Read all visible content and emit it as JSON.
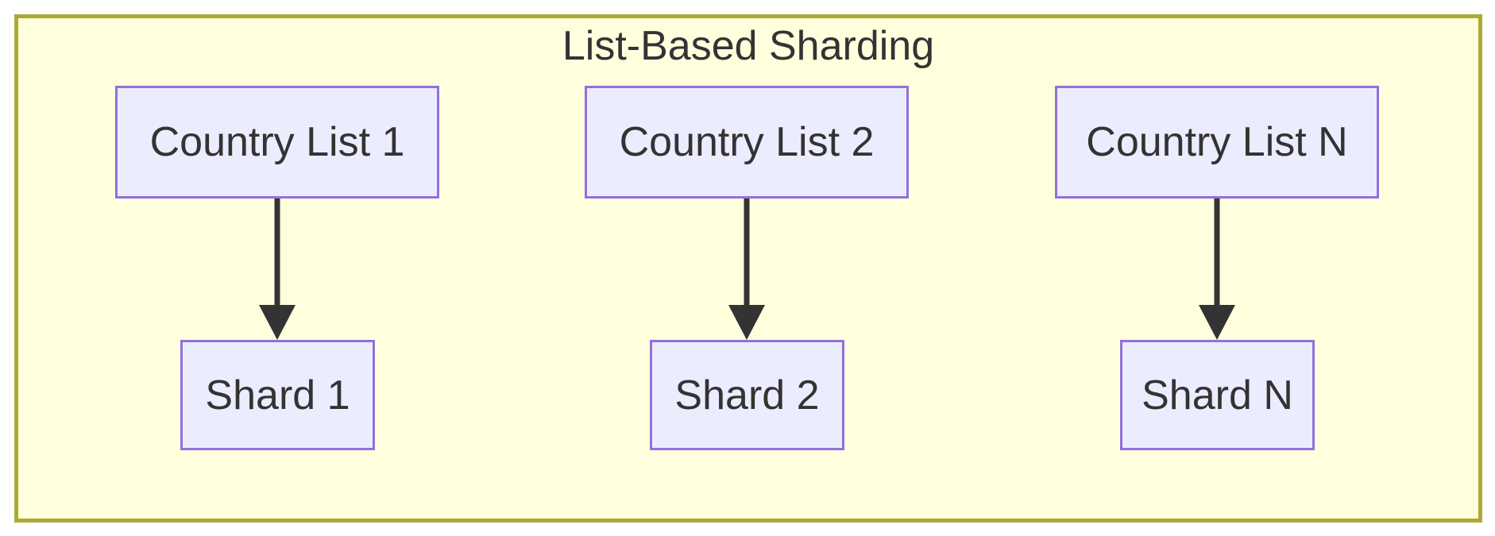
{
  "diagram": {
    "title": "List-Based Sharding",
    "pairs": [
      {
        "source": "Country List 1",
        "target": "Shard 1"
      },
      {
        "source": "Country List 2",
        "target": "Shard 2"
      },
      {
        "source": "Country List N",
        "target": "Shard N"
      }
    ],
    "edges": [
      {
        "from": "Country List 1",
        "to": "Shard 1",
        "style": "arrow-down"
      },
      {
        "from": "Country List 2",
        "to": "Shard 2",
        "style": "arrow-down"
      },
      {
        "from": "Country List N",
        "to": "Shard N",
        "style": "arrow-down"
      }
    ],
    "colors": {
      "page_background": "#FFFFFF",
      "cluster_fill": "#FFFFDE",
      "cluster_border": "#AAAA33",
      "node_fill": "#ECECFF",
      "node_border": "#9370DB",
      "arrow": "#333333",
      "text": "#333333"
    }
  }
}
